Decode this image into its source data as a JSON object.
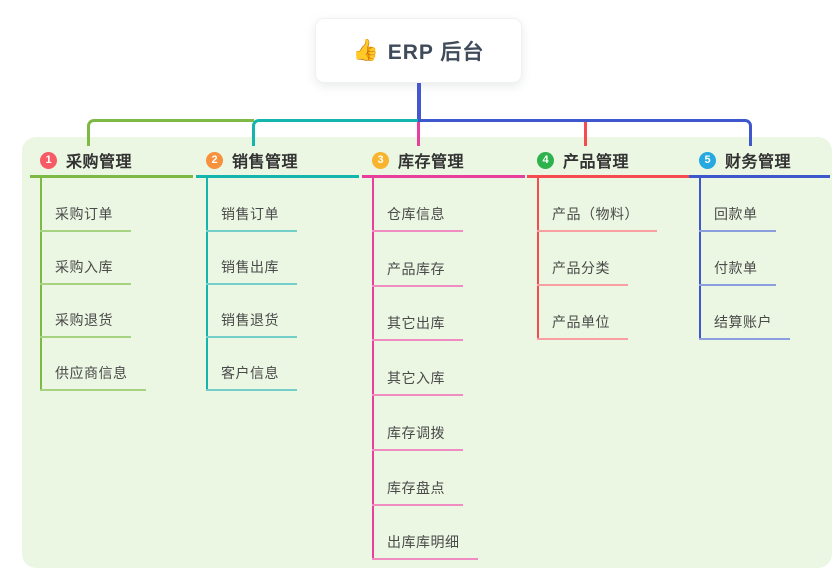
{
  "root": {
    "icon": "👍",
    "label": "ERP 后台"
  },
  "branches": [
    {
      "num": "1",
      "label": "采购管理",
      "children": [
        "采购订单",
        "采购入库",
        "采购退货",
        "供应商信息"
      ]
    },
    {
      "num": "2",
      "label": "销售管理",
      "children": [
        "销售订单",
        "销售出库",
        "销售退货",
        "客户信息"
      ]
    },
    {
      "num": "3",
      "label": "库存管理",
      "children": [
        "仓库信息",
        "产品库存",
        "其它出库",
        "其它入库",
        "库存调拨",
        "库存盘点",
        "出库库明细"
      ]
    },
    {
      "num": "4",
      "label": "产品管理",
      "children": [
        "产品（物料）",
        "产品分类",
        "产品单位"
      ]
    },
    {
      "num": "5",
      "label": "财务管理",
      "children": [
        "回款单",
        "付款单",
        "结算账户"
      ]
    }
  ],
  "colors": {
    "canvas_bg": "#ffffff",
    "panel_bg": "#ebf7e3",
    "root_card_bg": "#ffffff",
    "root_text": "#3f4a5a",
    "root_line": "#4457ce",
    "header_text": "#323232",
    "child_text": "#4a4a4a",
    "branches": [
      {
        "line": "#7cba45",
        "child_line": "#a6d37f",
        "badge": "#f75c66"
      },
      {
        "line": "#13b5ac",
        "child_line": "#74cfc8",
        "badge": "#f7913d"
      },
      {
        "line": "#e83e9c",
        "child_line": "#f08cc2",
        "badge": "#f7b42c"
      },
      {
        "line": "#f64b50",
        "child_line": "#f99fa2",
        "badge": "#2eb24e"
      },
      {
        "line": "#3e57cd",
        "child_line": "#8b9fdf",
        "badge": "#26a9e0"
      }
    ]
  }
}
